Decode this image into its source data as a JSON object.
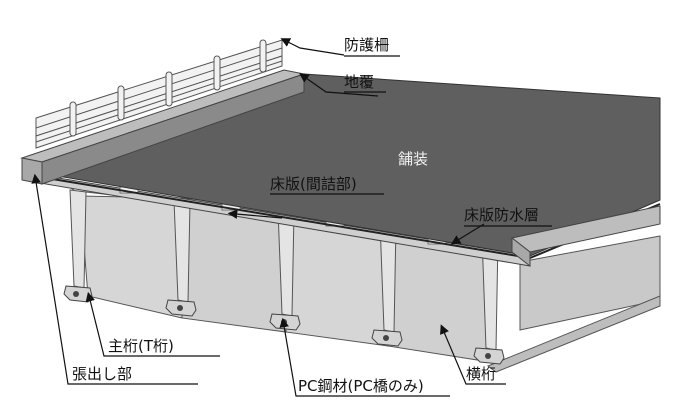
{
  "labels": {
    "guard_rail": "防護柵",
    "curb": "地覆",
    "pavement": "舗装",
    "deck_slab": "床版(間詰部)",
    "waterproof_layer": "床版防水層",
    "main_girder": "主桁(T桁)",
    "overhang": "張出し部",
    "pc_steel": "PC鋼材(PC橋のみ)",
    "cross_beam": "横桁"
  }
}
